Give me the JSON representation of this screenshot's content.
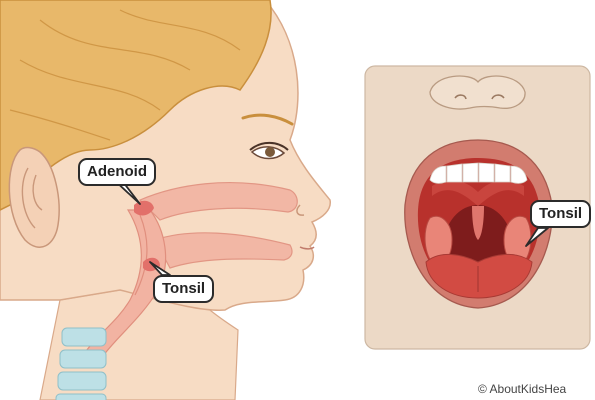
{
  "labels": {
    "adenoid": "Adenoid",
    "tonsil_profile": "Tonsil",
    "tonsil_mouth": "Tonsil"
  },
  "credit": "© AboutKidsHea",
  "colors": {
    "skin": "#f7dcc4",
    "skin_shadow": "#e9bfa2",
    "hair": "#e8b86a",
    "hair_shadow": "#c98f3d",
    "airway": "#f2b3a2",
    "adenoid_tissue": "#e2706a",
    "mouth_interior": "#b8312c",
    "throat_dark": "#7e1c1c",
    "tongue": "#d24b43",
    "lips": "#d27c6f",
    "teeth": "#ffffff",
    "panel_bg": "#ecd9c6",
    "vertebrae": "#bde0e6"
  },
  "icons": {
    "copyright": "copyright-symbol"
  }
}
